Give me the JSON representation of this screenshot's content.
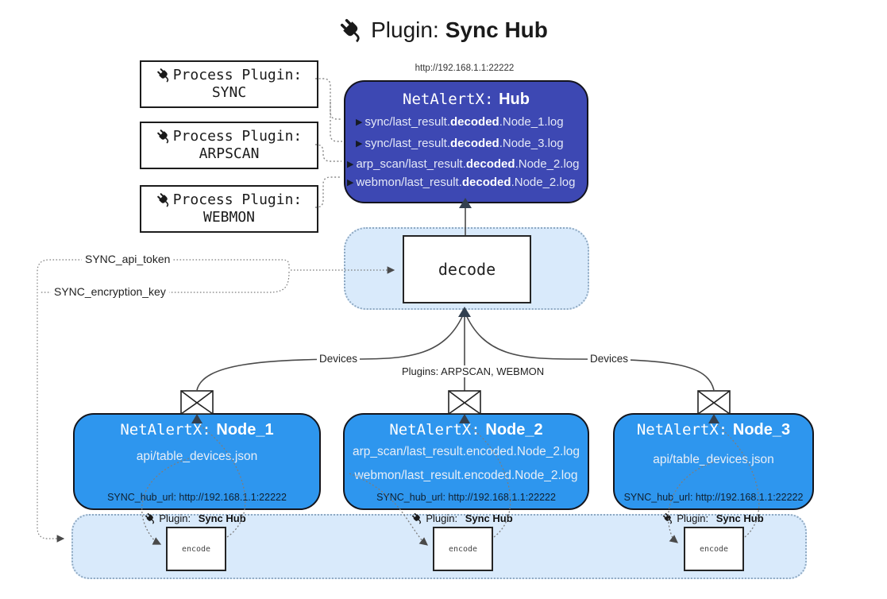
{
  "title": {
    "icon": "plug-icon",
    "prefix": "Plugin:",
    "name": "Sync Hub"
  },
  "process_plugins": [
    {
      "label": "Process Plugin:",
      "name": "SYNC"
    },
    {
      "label": "Process Plugin:",
      "name": "ARPSCAN"
    },
    {
      "label": "Process Plugin:",
      "name": "WEBMON"
    }
  ],
  "hub": {
    "url": "http://192.168.1.1:22222",
    "title_prefix": "NetAlertX:",
    "title_name": "Hub",
    "logs": [
      {
        "pre": "sync/last_result.",
        "bold": "decoded",
        "post": ".Node_1.log"
      },
      {
        "pre": "sync/last_result.",
        "bold": "decoded",
        "post": ".Node_3.log"
      },
      {
        "pre": "arp_scan/last_result.",
        "bold": "decoded",
        "post": ".Node_2.log"
      },
      {
        "pre": "webmon/last_result.",
        "bold": "decoded",
        "post": ".Node_2.log"
      }
    ]
  },
  "decode": {
    "label": "decode"
  },
  "tokens": {
    "api_token": "SYNC_api_token",
    "encryption_key": "SYNC_encryption_key"
  },
  "edge_labels": {
    "left": "Devices",
    "center": "Plugins: ARPSCAN, WEBMON",
    "right": "Devices"
  },
  "nodes": [
    {
      "title_prefix": "NetAlertX:",
      "title_name": "Node_1",
      "files": [
        "api/table_devices.json"
      ],
      "hub_url": "SYNC_hub_url: http://192.168.1.1:22222"
    },
    {
      "title_prefix": "NetAlertX:",
      "title_name": "Node_2",
      "files": [
        "arp_scan/last_result.encoded.Node_2.log",
        "webmon/last_result.encoded.Node_2.log"
      ],
      "hub_url": "SYNC_hub_url: http://192.168.1.1:22222"
    },
    {
      "title_prefix": "NetAlertX:",
      "title_name": "Node_3",
      "files": [
        "api/table_devices.json"
      ],
      "hub_url": "SYNC_hub_url: http://192.168.1.1:22222"
    }
  ],
  "encoders": [
    {
      "prefix": "Plugin:",
      "name": "Sync Hub",
      "box_label": "encode"
    },
    {
      "prefix": "Plugin:",
      "name": "Sync Hub",
      "box_label": "encode"
    },
    {
      "prefix": "Plugin:",
      "name": "Sync Hub",
      "box_label": "encode"
    }
  ],
  "colors": {
    "hub_fill": "#3d48b3",
    "node_fill": "#2e96ee",
    "panel_fill": "#d9eafb",
    "panel_border": "#8fa9c2",
    "line_dark": "#4a4a4a",
    "arrow_dark": "#33404f"
  }
}
